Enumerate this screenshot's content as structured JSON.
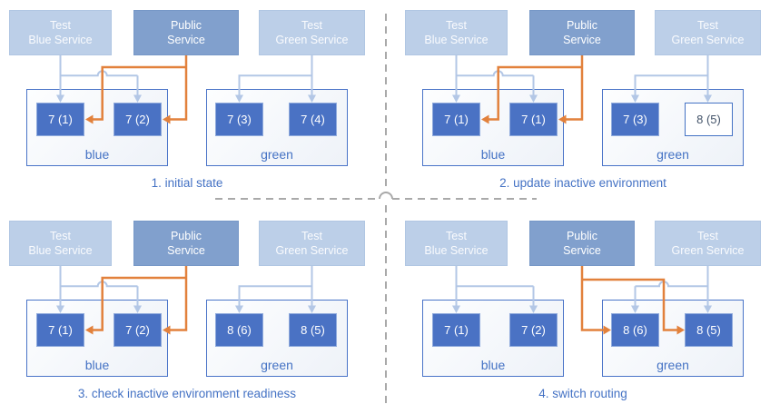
{
  "diagram": {
    "services": {
      "test_blue": {
        "line1": "Test",
        "line2": "Blue Service"
      },
      "public": {
        "line1": "Public",
        "line2": "Service"
      },
      "test_green": {
        "line1": "Test",
        "line2": "Green Service"
      }
    },
    "panels": [
      {
        "caption": "1. initial state",
        "public_routing": "blue",
        "blue_env": {
          "label": "blue",
          "pods": [
            {
              "label": "7 (1)",
              "variant": "filled"
            },
            {
              "label": "7 (2)",
              "variant": "filled"
            }
          ]
        },
        "green_env": {
          "label": "green",
          "pods": [
            {
              "label": "7 (3)",
              "variant": "filled"
            },
            {
              "label": "7 (4)",
              "variant": "filled"
            }
          ]
        }
      },
      {
        "caption": "2. update inactive environment",
        "public_routing": "blue",
        "blue_env": {
          "label": "blue",
          "pods": [
            {
              "label": "7 (1)",
              "variant": "filled"
            },
            {
              "label": "7 (1)",
              "variant": "filled"
            }
          ]
        },
        "green_env": {
          "label": "green",
          "pods": [
            {
              "label": "7 (3)",
              "variant": "filled"
            },
            {
              "label": "8 (5)",
              "variant": "outline"
            }
          ]
        }
      },
      {
        "caption": "3. check inactive environment readiness",
        "public_routing": "blue",
        "blue_env": {
          "label": "blue",
          "pods": [
            {
              "label": "7 (1)",
              "variant": "filled"
            },
            {
              "label": "7 (2)",
              "variant": "filled"
            }
          ]
        },
        "green_env": {
          "label": "green",
          "pods": [
            {
              "label": "8 (6)",
              "variant": "filled"
            },
            {
              "label": "8 (5)",
              "variant": "filled"
            }
          ]
        }
      },
      {
        "caption": "4. switch routing",
        "public_routing": "green",
        "blue_env": {
          "label": "blue",
          "pods": [
            {
              "label": "7 (1)",
              "variant": "filled"
            },
            {
              "label": "7 (2)",
              "variant": "filled"
            }
          ]
        },
        "green_env": {
          "label": "green",
          "pods": [
            {
              "label": "8 (6)",
              "variant": "filled"
            },
            {
              "label": "8 (5)",
              "variant": "filled"
            }
          ]
        }
      }
    ],
    "colors": {
      "accent_blue": "#4472c4",
      "light_blue_fill": "#bccfe8",
      "medium_blue_fill": "#81a0cd",
      "pod_fill": "#4a72c4",
      "arrow_light_blue": "#b3c7e6",
      "arrow_orange": "#e2813c",
      "divider_gray": "#a9a9a9",
      "outline_pod_text": "#44546a"
    }
  }
}
